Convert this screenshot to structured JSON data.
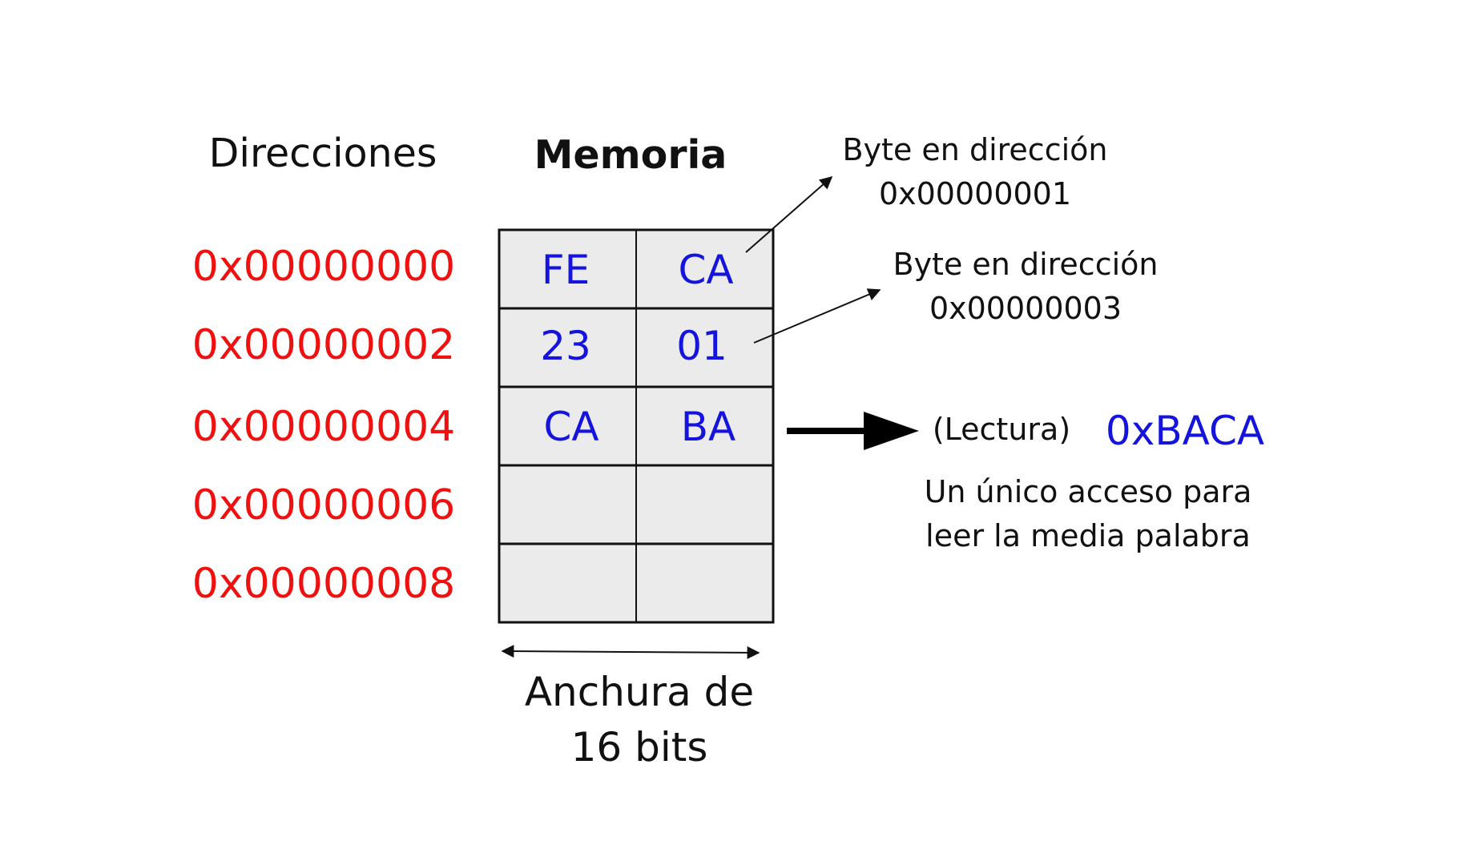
{
  "headers": {
    "addresses": "Direcciones",
    "memory": "Memoria"
  },
  "addresses": [
    "0x00000000",
    "0x00000002",
    "0x00000004",
    "0x00000006",
    "0x00000008"
  ],
  "memory_rows": [
    {
      "left": "FE",
      "right": "CA"
    },
    {
      "left": "23",
      "right": "01"
    },
    {
      "left": "CA",
      "right": "BA"
    },
    {
      "left": "",
      "right": ""
    },
    {
      "left": "",
      "right": ""
    }
  ],
  "callouts": [
    {
      "line1": "Byte en dirección",
      "line2": "0x00000001"
    },
    {
      "line1": "Byte en dirección",
      "line2": "0x00000003"
    }
  ],
  "read": {
    "label": "(Lectura)",
    "value": "0xBACA",
    "note_line1": "Un único acceso para",
    "note_line2": "leer la media palabra"
  },
  "width": {
    "line1": "Anchura de",
    "line2": "16 bits"
  },
  "colors": {
    "address": "#ef1010",
    "byte_value": "#1414dc",
    "cell_fill": "#ebebeb"
  }
}
